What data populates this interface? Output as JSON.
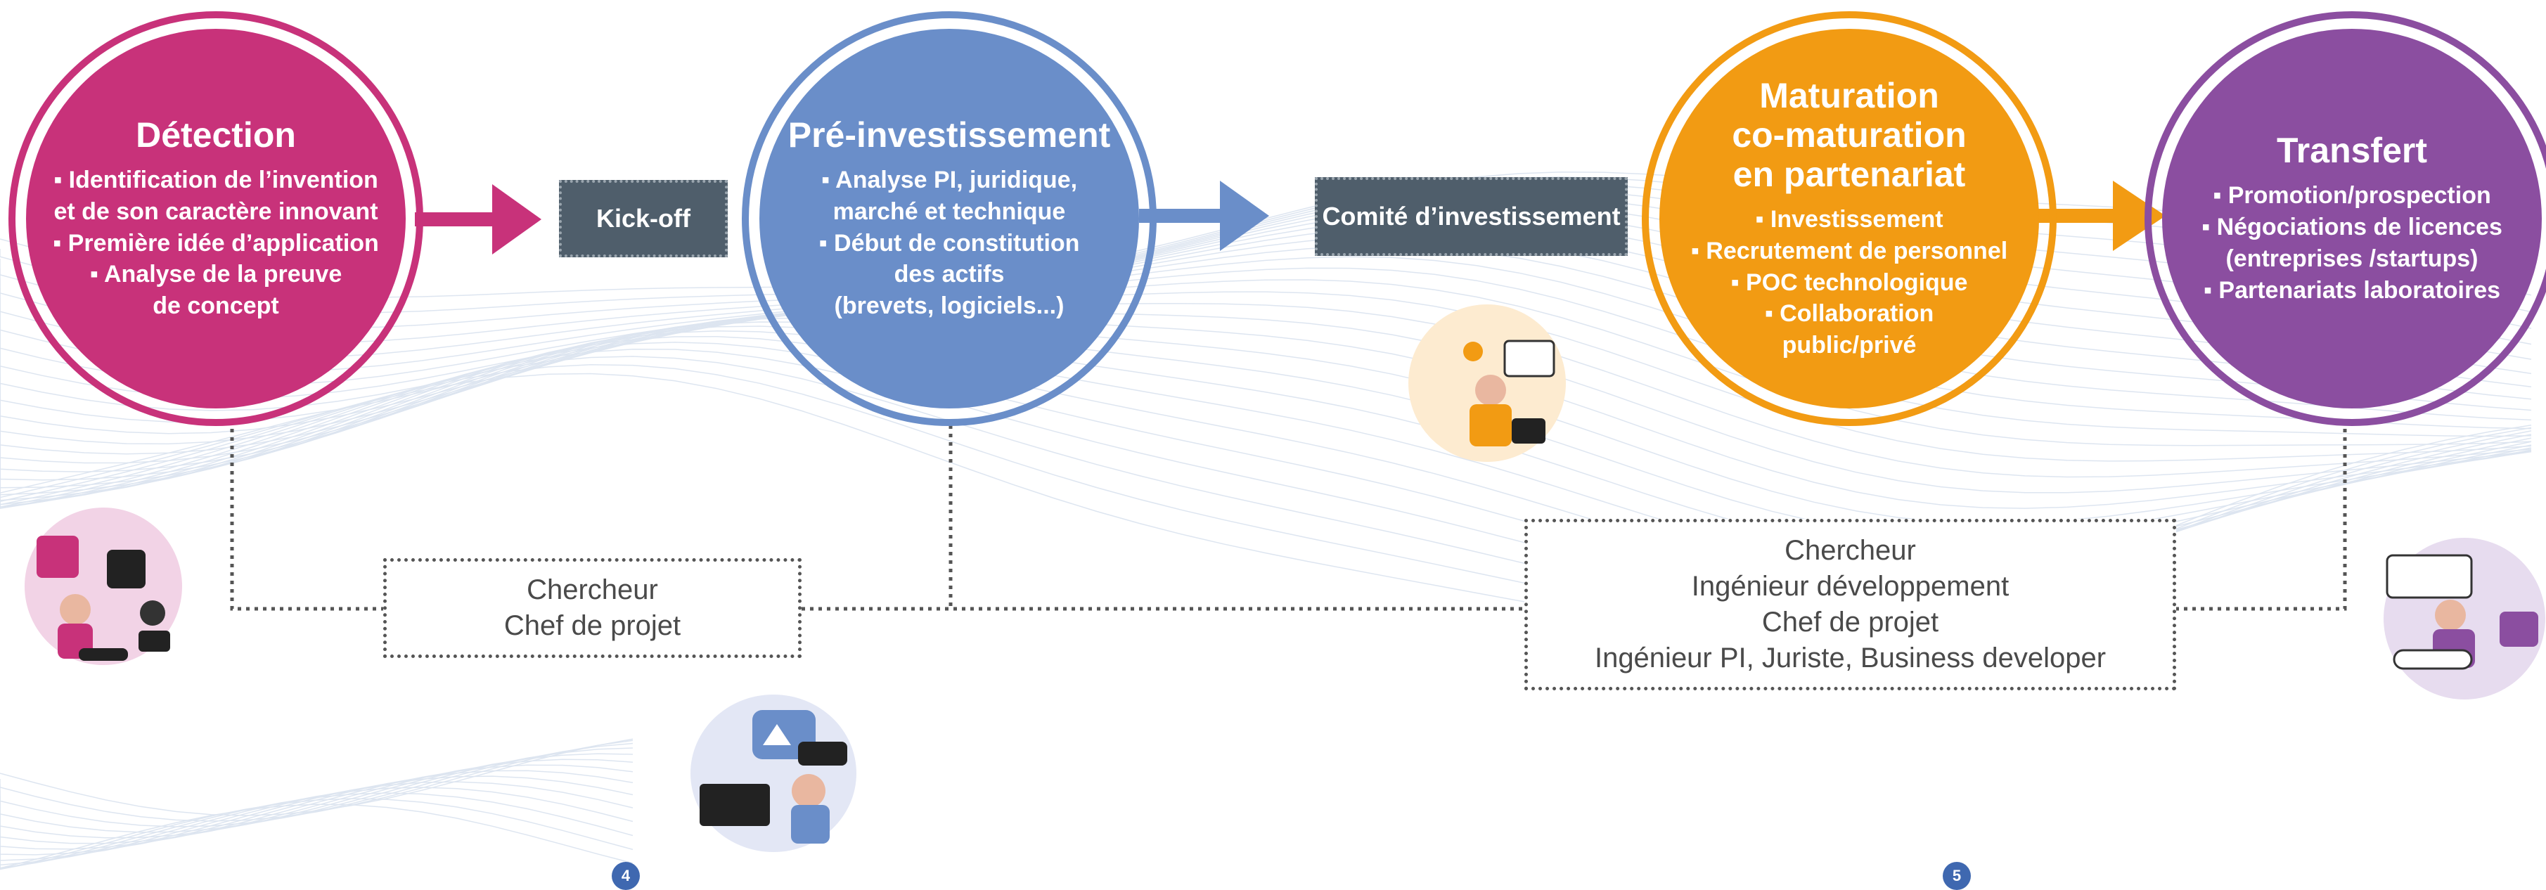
{
  "colors": {
    "detection": "#c8327a",
    "pre_investissement": "#6a8ec9",
    "maturation": "#f29b13",
    "transfert": "#8b4ea0",
    "gate": "#4f5e6b",
    "page_badge": "#3f68b0"
  },
  "stages": [
    {
      "title": "Détection",
      "items": [
        "▪ Identification de l’invention",
        "et de son caractère innovant",
        "▪ Première idée d’application",
        "▪ Analyse de la preuve",
        "de concept"
      ]
    },
    {
      "title": "Pré-investissement",
      "items": [
        "▪ Analyse PI, juridique,",
        "marché et technique",
        "▪ Début de constitution",
        "des actifs",
        "(brevets, logiciels...)"
      ]
    },
    {
      "title": "Maturation co-maturation en partenariat",
      "title_lines": [
        "Maturation",
        "co-maturation",
        "en partenariat"
      ],
      "items": [
        "▪ Investissement",
        "▪ Recrutement de personnel",
        "▪ POC technologique",
        "▪ Collaboration",
        "public/privé"
      ]
    },
    {
      "title": "Transfert",
      "items": [
        "▪ Promotion/prospection",
        "▪ Négociations de licences",
        "(entreprises /startups)",
        "▪ Partenariats laboratoires"
      ]
    }
  ],
  "gates": [
    "Kick-off",
    "Comité d’investissement"
  ],
  "roles_boxes": [
    {
      "lines": [
        "Chercheur",
        "Chef de projet"
      ]
    },
    {
      "lines": [
        "Chercheur",
        "Ingénieur développement",
        "Chef de projet",
        "Ingénieur PI, Juriste, Business developer"
      ]
    }
  ],
  "illustrations": [
    "puzzle-team-illustration",
    "laptop-chat-illustration",
    "developer-idea-illustration",
    "browser-user-illustration"
  ],
  "page_numbers": [
    "4",
    "5"
  ]
}
